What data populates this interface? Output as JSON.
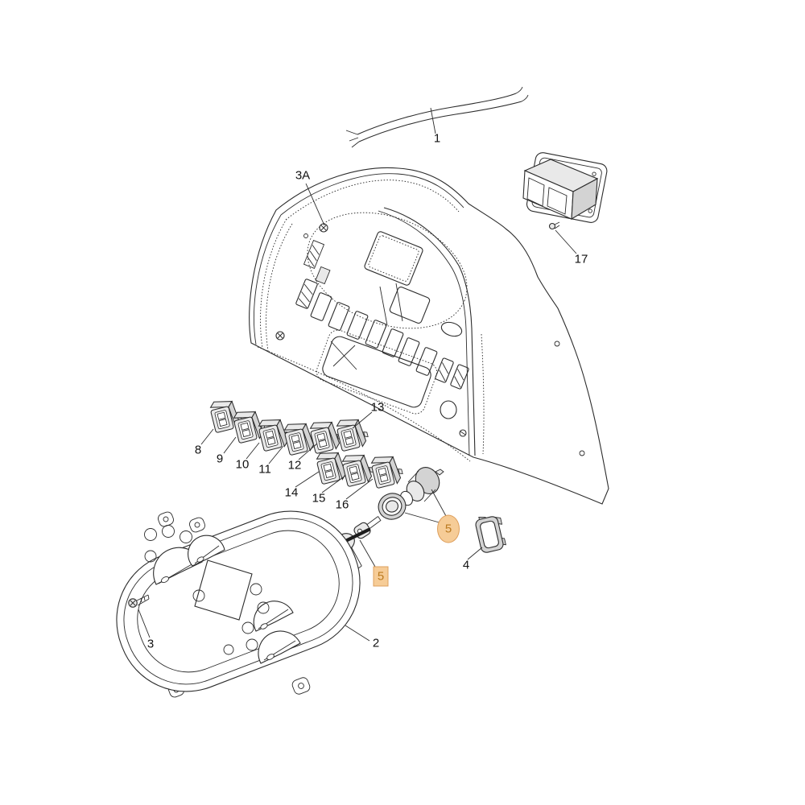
{
  "colors": {
    "background": "#ffffff",
    "line": "#2c2c2c",
    "label_text": "#111111",
    "shade_light": "#e9e9e9",
    "shade_mid": "#d3d3d3",
    "highlight_fill": "#f6cc97",
    "highlight_border": "#de9f5c",
    "highlight_text": "#bb7a20"
  },
  "callouts": {
    "c1": "1",
    "c2": "2",
    "c3": "3",
    "c3a": "3A",
    "c4": "4",
    "c5_key": "5",
    "c5_ignition": "5",
    "c8": "8",
    "c9": "9",
    "c10": "10",
    "c11": "11",
    "c12": "12",
    "c13": "13",
    "c14": "14",
    "c15": "15",
    "c16": "16",
    "c17": "17"
  }
}
